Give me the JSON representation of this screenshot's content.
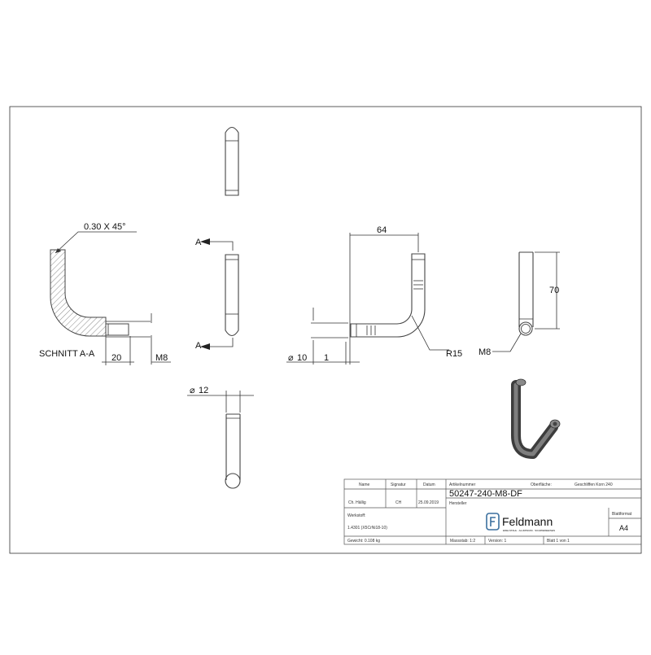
{
  "annotations": {
    "chamfer": "0.30 X 45°",
    "section_label": "SCHNITT A-A",
    "section_marker": "A",
    "dim_20": "20",
    "dim_m8": "M8",
    "dim_64": "64",
    "dim_d10": "10",
    "dim_1": "1",
    "dim_r15": "R15",
    "dim_70": "70",
    "dim_d12": "12",
    "diameter_symbol": "⌀"
  },
  "title_block": {
    "headers": {
      "name": "Name",
      "signature": "Signatur",
      "date": "Datum",
      "article_no": "Artikelnummer",
      "surface": "Oberfläche:",
      "manufacturer": "Hersteller",
      "format": "Blattformat",
      "material": "Werkstoff:",
      "scale": "Massstab: 1:2",
      "version": "Version: 1",
      "sheet": "Blatt 1 von 1"
    },
    "values": {
      "name": "Ch. Hällig",
      "signature": "CH",
      "date": "25.09.2019",
      "article_no": "50247-240-M8-DF",
      "surface": "Geschliffen Korn 240",
      "material": "1.4301 (X5CrNi18-10)",
      "weight": "Gewicht: 0.108 kg",
      "format": "A4"
    },
    "logo": {
      "name": "Feldmann",
      "tagline": "EDELSTAHL · ALUMINIUM · SCHMIEDEEISEN",
      "color": "#3a6f9e"
    }
  }
}
